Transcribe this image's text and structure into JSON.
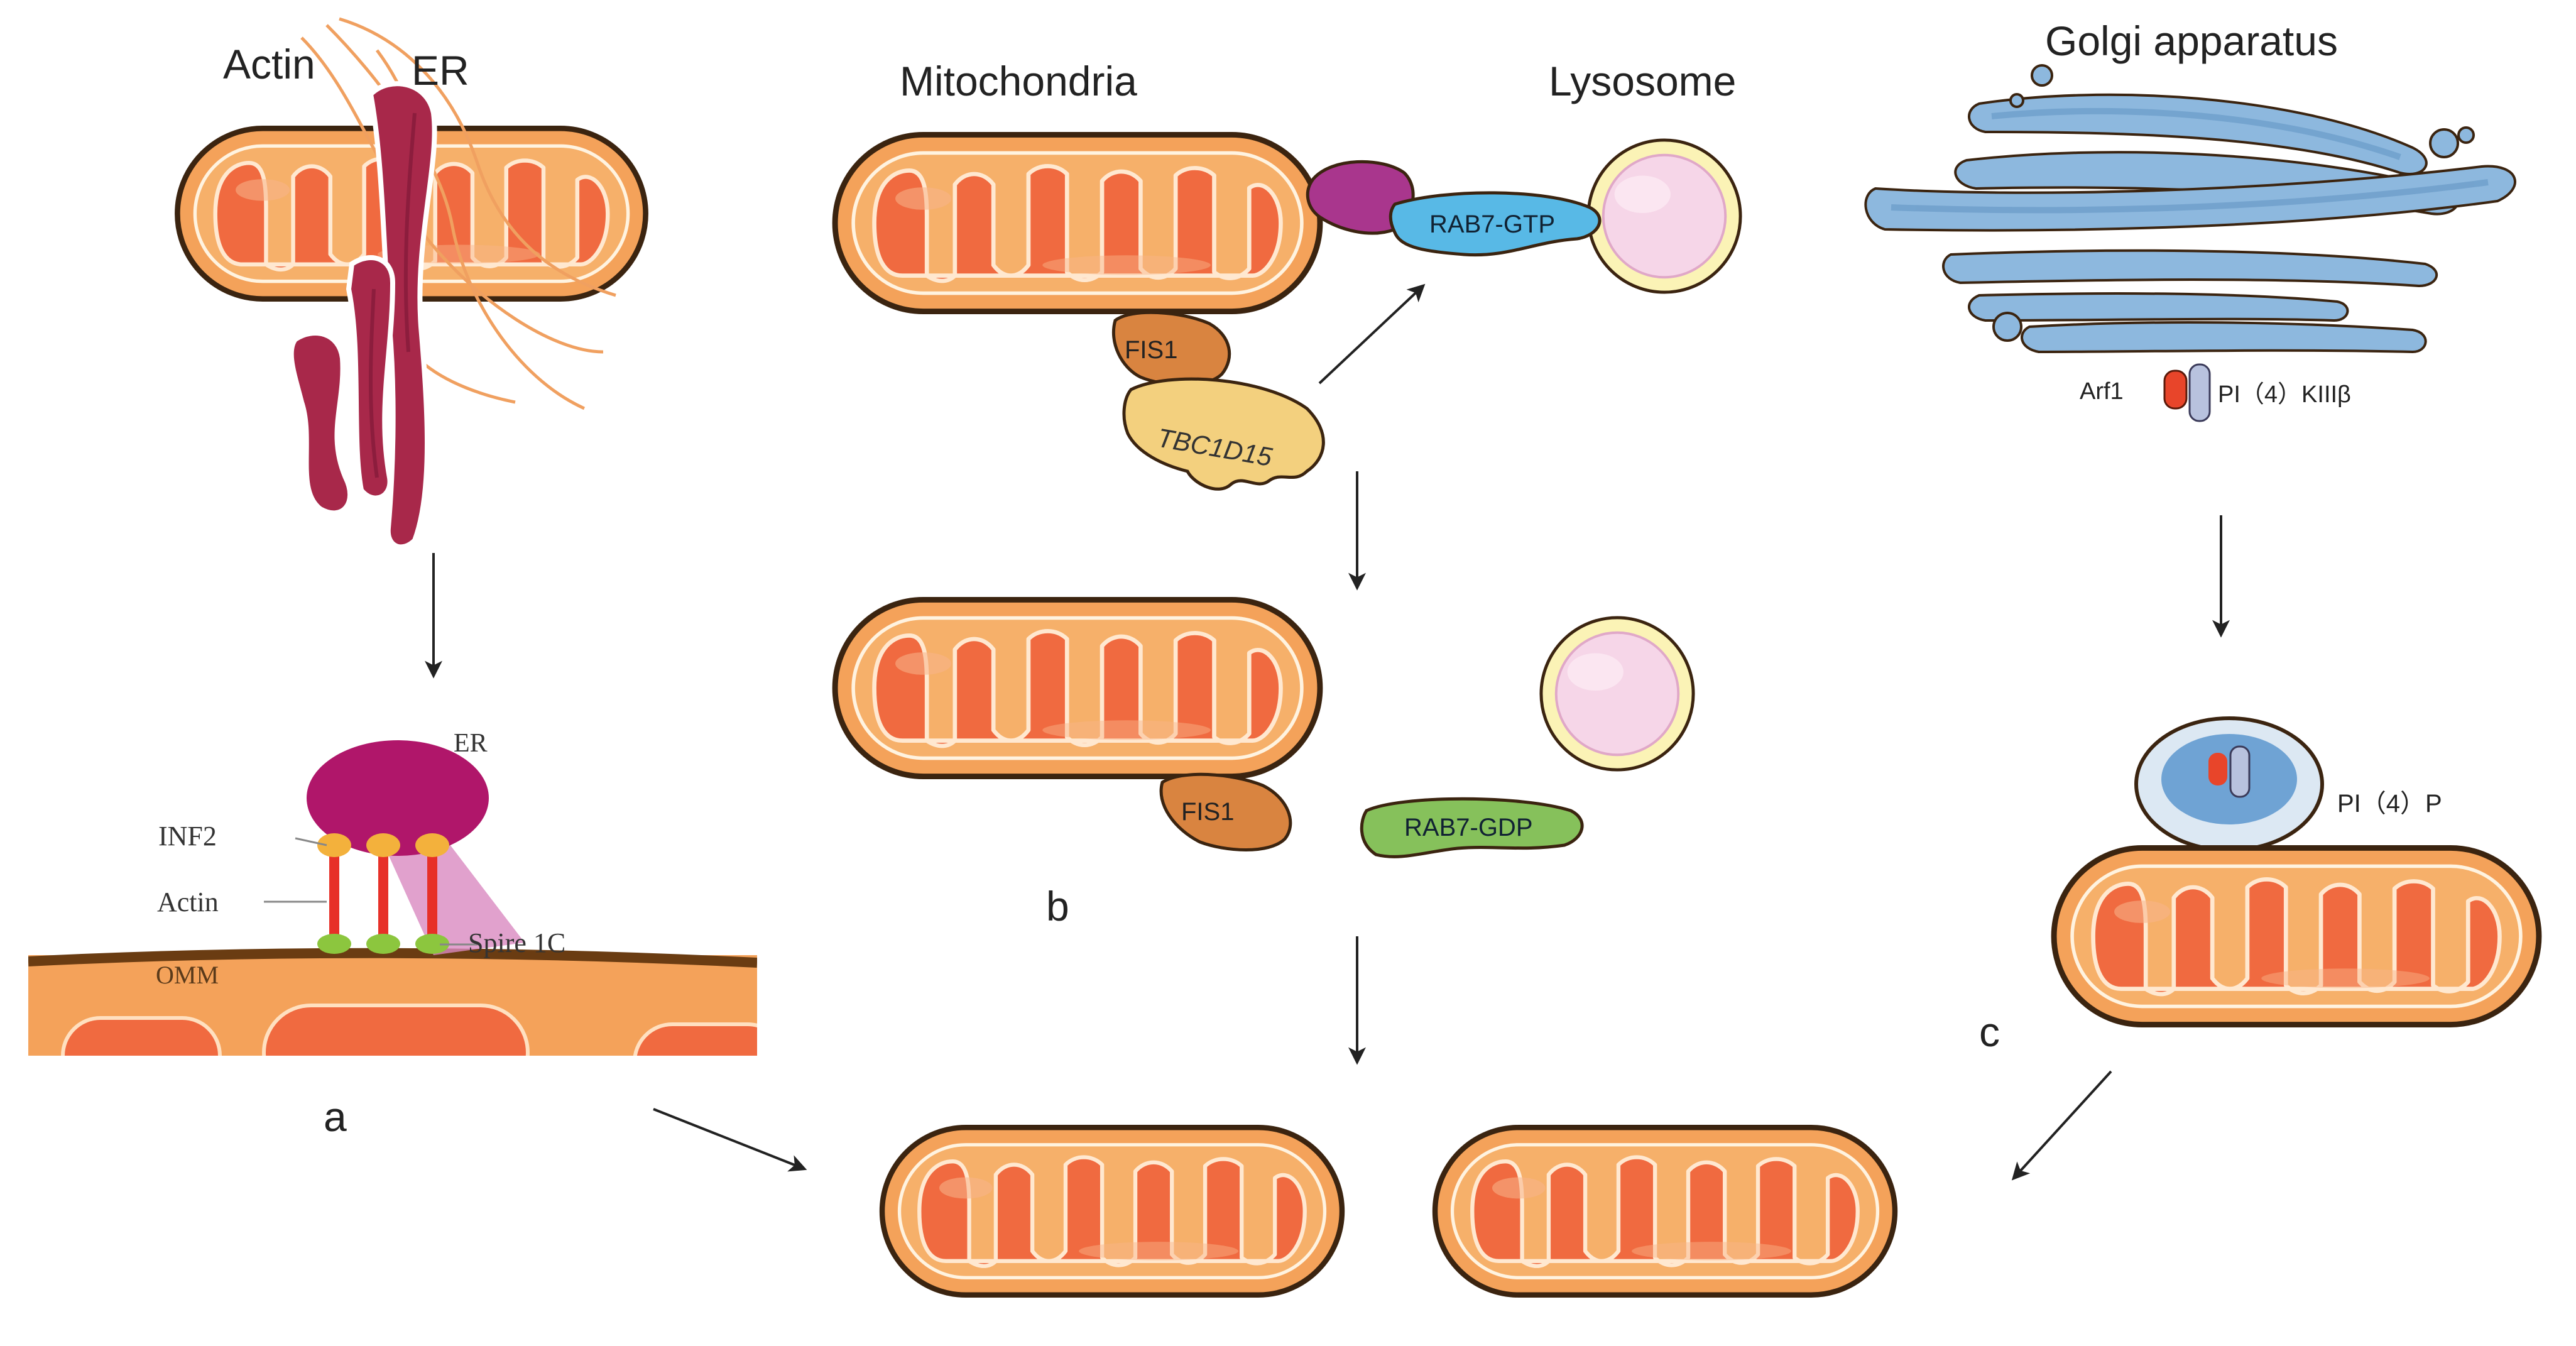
{
  "colors": {
    "mito_outer": "#F4A25A",
    "mito_inner": "#F06A40",
    "mito_stroke": "#3B2410",
    "er": "#A8284A",
    "er_dark": "#7A1636",
    "actin_fiber": "#F0A060",
    "golgi": "#8DB8DE",
    "golgi_dark": "#5C8FBF",
    "lysosome_fill": "#F6D6E8",
    "lysosome_ring": "#FBF3B6",
    "er_blob": "#B0166A",
    "er_contact": "#D98AC0",
    "inf2": "#F3B13C",
    "actin_rod": "#E73028",
    "spire": "#8CC63E",
    "rab7_gtp": "#58B9E6",
    "rab7_gdp": "#86C15B",
    "fis1": "#D98440",
    "tbc": "#F3D07E",
    "purple_protein": "#A9368D",
    "arf1": "#E8452A",
    "pi4k": "#B8C2DE",
    "arrow": "#222222"
  },
  "panel_a": {
    "label_actin": "Actin",
    "label_er": "ER",
    "detail_er": "ER",
    "detail_inf2": "INF2",
    "detail_actin": "Actin",
    "detail_spire": "Spire 1C",
    "detail_omm": "OMM",
    "panel_letter": "a"
  },
  "panel_b": {
    "label_mito": "Mitochondria",
    "label_lysosome": "Lysosome",
    "rab7_gtp": "RAB7-GTP",
    "fis1_top": "FIS1",
    "tbc1d15": "TBC1D15",
    "fis1_bottom": "FIS1",
    "rab7_gdp": "RAB7-GDP",
    "panel_letter": "b"
  },
  "panel_c": {
    "label_golgi": "Golgi apparatus",
    "arf1": "Arf1",
    "pi4k": "PI（4）KIIIβ",
    "pi4p": "PI（4）P",
    "panel_letter": "c"
  }
}
